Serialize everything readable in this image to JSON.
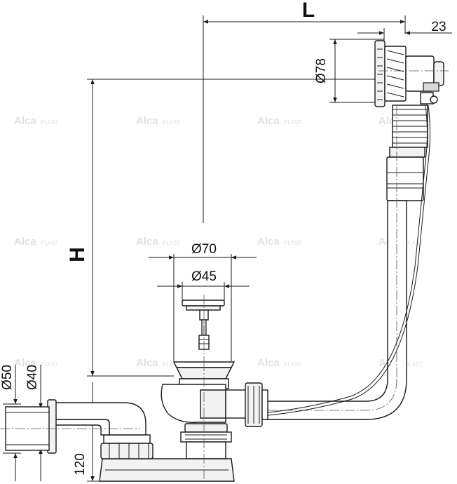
{
  "diagram": {
    "dimensions": {
      "L": "L",
      "H": "H",
      "d78": "Ø78",
      "w23": "23",
      "d70": "Ø70",
      "d45": "Ø45",
      "d50": "Ø50",
      "d40": "Ø40",
      "h120": "120"
    },
    "watermark": {
      "brand": "Alca",
      "brand_suffix": "PLAST"
    },
    "colors": {
      "line": "#1a1a1a",
      "watermark": "#e2e2e2",
      "part_fill": "#f2f2f2"
    }
  }
}
